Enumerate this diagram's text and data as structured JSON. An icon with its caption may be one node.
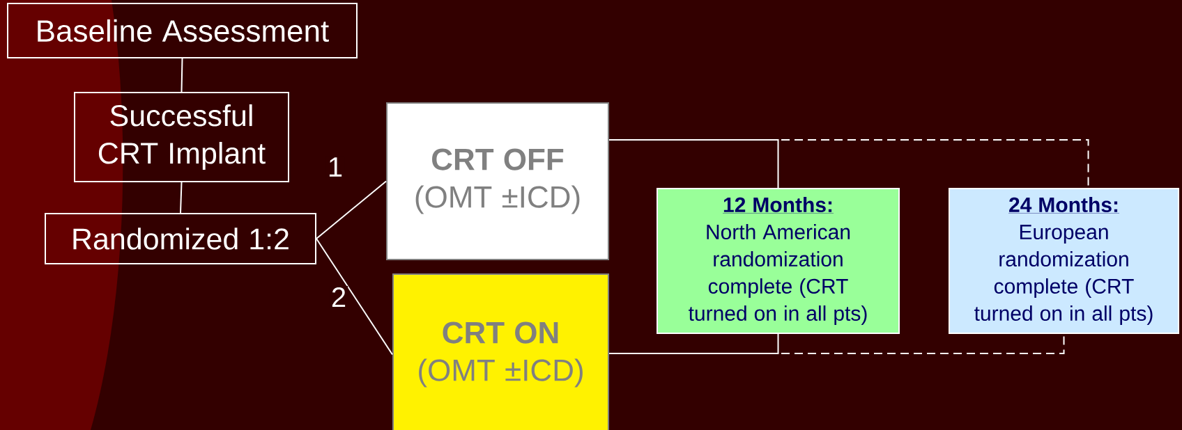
{
  "diagram": {
    "nodes": [
      {
        "text": [
          "Baseline Assessment"
        ]
      },
      {
        "text": [
          "Successful CRT Implant"
        ]
      },
      {
        "text": [
          "Randomized 1:2"
        ]
      },
      {
        "text": [
          "CRT OFF",
          "(OMT ±ICD)"
        ]
      },
      {
        "text": [
          "CRT ON",
          "(OMT ±ICD)"
        ]
      },
      {
        "text": [
          "12 Months:",
          "North American randomization complete (CRT turned on in all pts)"
        ]
      },
      {
        "text": [
          "24 Months:",
          "European randomization complete (CRT turned on in all pts)"
        ]
      }
    ],
    "edges": [
      {
        "from": 0,
        "to": 1,
        "arrow": "none"
      },
      {
        "from": 1,
        "to": 2,
        "arrow": "none"
      },
      {
        "from": 2,
        "to": 3,
        "arrow": "none",
        "label": "1"
      },
      {
        "from": 2,
        "to": 4,
        "arrow": "none",
        "label": "2"
      },
      {
        "from": 3,
        "to": 5,
        "arrow": "none"
      },
      {
        "from": 4,
        "to": 5,
        "arrow": "none"
      },
      {
        "from": 3,
        "to": 6,
        "arrow": "none",
        "style": "dashed"
      },
      {
        "from": 4,
        "to": 6,
        "arrow": "none",
        "style": "dashed"
      }
    ]
  }
}
